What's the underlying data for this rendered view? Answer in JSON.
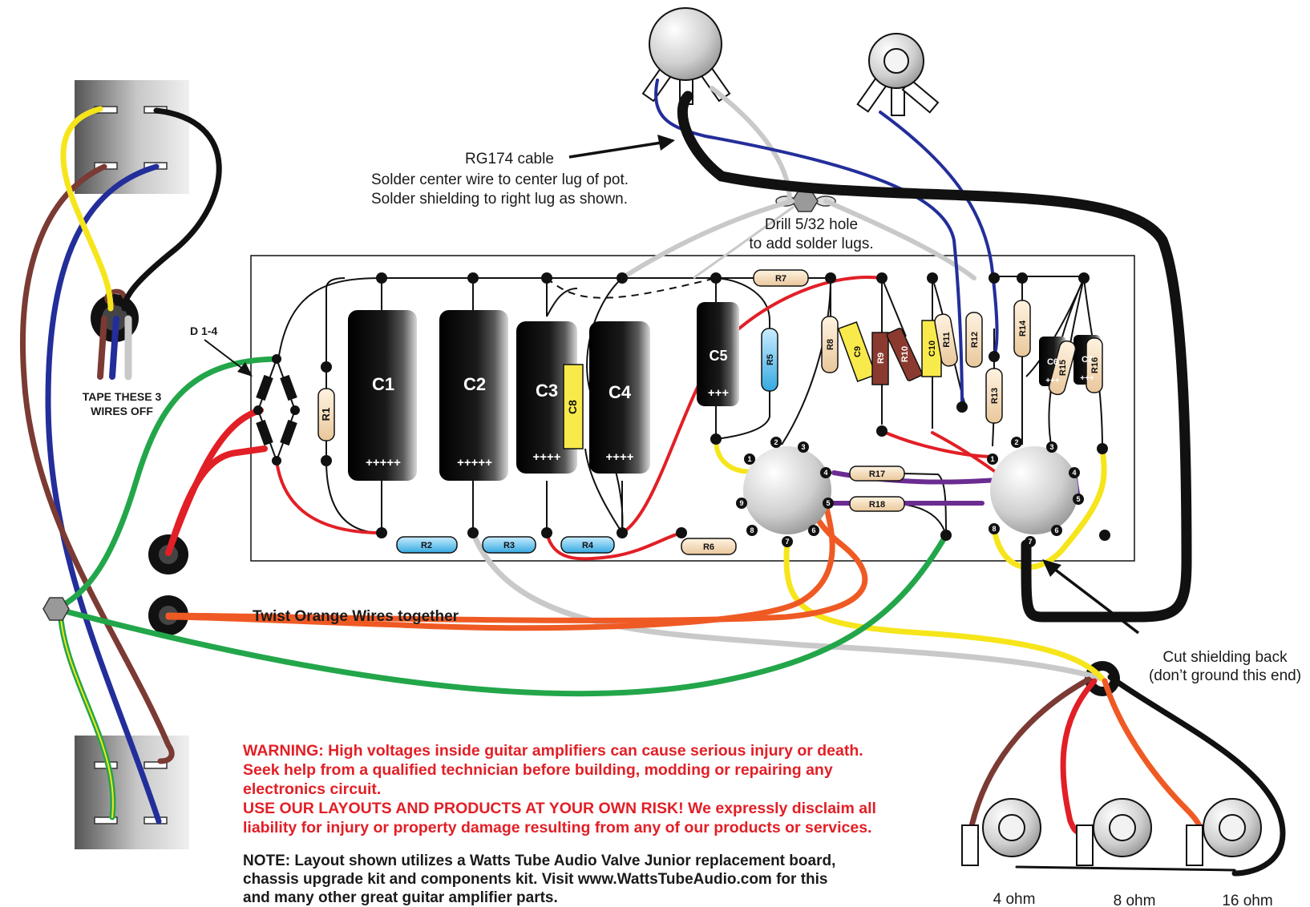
{
  "annotations": {
    "rg174_title": "RG174 cable",
    "rg174_line1": "Solder center wire to center lug of pot.",
    "rg174_line2": "Solder shielding to right lug as shown.",
    "drill_line1": "Drill 5/32 hole",
    "drill_line2": "to add solder lugs.",
    "diodes": "D 1-4",
    "tape_line1": "TAPE THESE 3",
    "tape_line2": "WIRES OFF",
    "twist": "Twist Orange Wires together",
    "cut_line1": "Cut shielding back",
    "cut_line2": "(don’t ground this end)"
  },
  "capacitors": {
    "c1": "C1",
    "c2": "C2",
    "c3": "C3",
    "c4": "C4",
    "c5": "C5",
    "c6": "C6",
    "c7": "C7",
    "c8": "C8",
    "c9": "C9",
    "c10": "C10"
  },
  "polarity": {
    "five": "+++++",
    "four": "++++",
    "three": "+++"
  },
  "resistors": {
    "r1": "R1",
    "r2": "R2",
    "r3": "R3",
    "r4": "R4",
    "r5": "R5",
    "r6": "R6",
    "r7": "R7",
    "r8": "R8",
    "r9": "R9",
    "r10": "R10",
    "r11": "R11",
    "r12": "R12",
    "r13": "R13",
    "r14": "R14",
    "r15": "R15",
    "r16": "R16",
    "r17": "R17",
    "r18": "R18"
  },
  "tube_pins": [
    "1",
    "2",
    "3",
    "4",
    "5",
    "6",
    "7",
    "8",
    "9"
  ],
  "speaker_jacks": {
    "j4": "4 ohm",
    "j8": "8 ohm",
    "j16": "16 ohm"
  },
  "warning": {
    "line1": "WARNING: High voltages inside guitar amplifiers can cause serious injury or death.",
    "line2": "Seek help from a qualified technician before building, modding or repairing any",
    "line3": "electronics circuit.",
    "line4": "USE OUR LAYOUTS AND PRODUCTS AT YOUR OWN RISK! We expressly disclaim all",
    "line5": "liability for injury or property damage resulting from any of our products or services."
  },
  "note": {
    "line1": "NOTE: Layout shown utilizes a Watts Tube Audio Valve Junior replacement board,",
    "line2": "chassis upgrade kit and components kit. Visit www.WattsTubeAudio.com for this",
    "line3": "and many other great guitar amplifier parts."
  },
  "colors": {
    "warning": "#e21f26",
    "wire_red": "#e21f26",
    "wire_green": "#23a64a",
    "wire_blue": "#232e9a",
    "wire_brown": "#7b3a33",
    "wire_yellow": "#f6e51b",
    "wire_orange": "#ef5a24",
    "wire_purple": "#6b2c91",
    "wire_gray": "#c9c9c9",
    "wire_black": "#111111"
  }
}
